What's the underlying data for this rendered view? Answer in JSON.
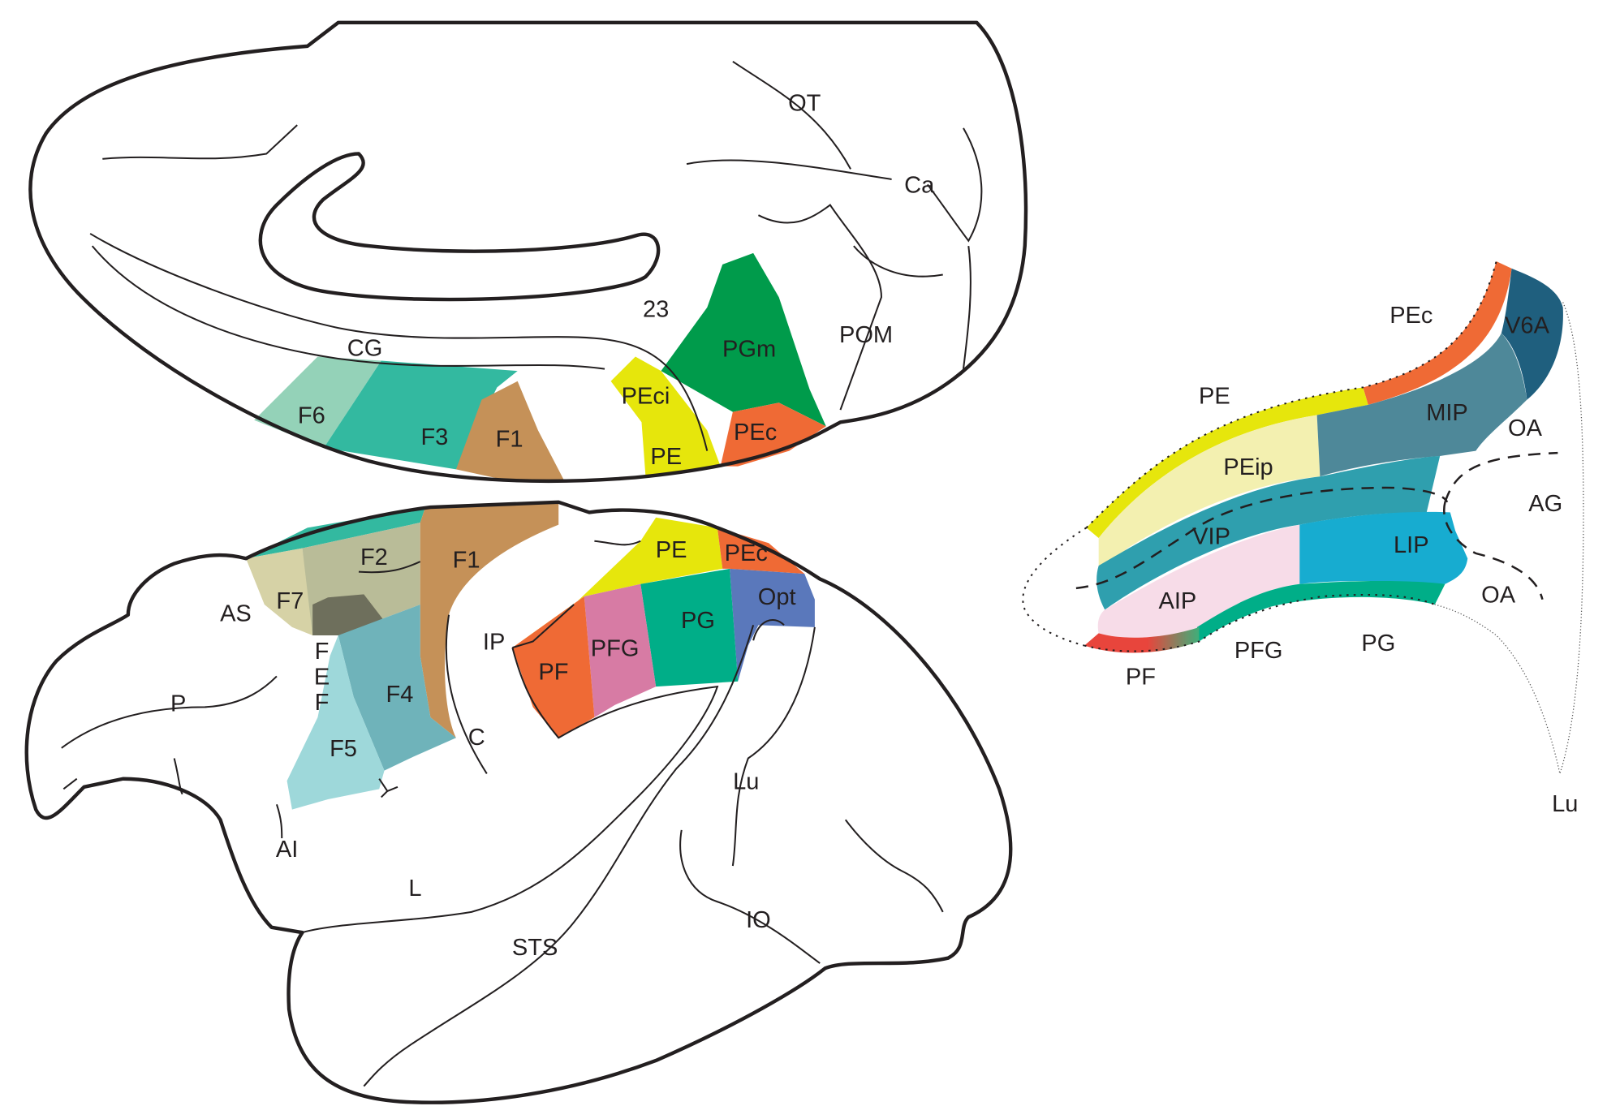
{
  "colors": {
    "F6": "#94d2b8",
    "F3": "#33b9a0",
    "F1": "#c59158",
    "F2": "#b9bc98",
    "F7": "#d6d2a6",
    "FEF": "#6e6f5c",
    "F4": "#6fb3ba",
    "F5": "#9ed8da",
    "PE": "#e6e60c",
    "PEc": "#ef6a35",
    "PGm": "#009b4b",
    "PG": "#00ae88",
    "PFG": "#d77ba4",
    "PF": "#ef6a35",
    "Opt": "#5a78bb",
    "PEip": "#f3f0b0",
    "MIP": "#4e8899",
    "V6A": "#1f5f7e",
    "VIP": "#2f9fae",
    "LIP": "#17acd0",
    "AIP": "#f7dce8",
    "PF_flat": "#e8453c"
  },
  "medial": {
    "labels": {
      "OT": "OT",
      "Ca": "Ca",
      "n23": "23",
      "POM": "POM",
      "CG": "CG",
      "F6": "F6",
      "F3": "F3",
      "F1": "F1",
      "PEci": "PEci",
      "PGm": "PGm",
      "PE": "PE",
      "PEc": "PEc"
    }
  },
  "lateral": {
    "labels": {
      "F2": "F2",
      "F1": "F1",
      "AS": "AS",
      "F7": "F7",
      "F": "F",
      "E": "E",
      "F_2": "F",
      "F4": "F4",
      "F5": "F5",
      "P": "P",
      "AI": "AI",
      "C": "C",
      "IP": "IP",
      "PE": "PE",
      "PEc": "PEc",
      "Opt": "Opt",
      "PF": "PF",
      "PFG": "PFG",
      "PG": "PG",
      "Lu": "Lu",
      "L": "L",
      "STS": "STS",
      "IO": "IO"
    }
  },
  "flatmap": {
    "labels": {
      "PEc": "PEc",
      "V6A": "V6A",
      "PE": "PE",
      "MIP": "MIP",
      "OA": "OA",
      "PEip": "PEip",
      "AG": "AG",
      "VIP": "VIP",
      "LIP": "LIP",
      "AIP": "AIP",
      "OA_2": "OA",
      "PFG": "PFG",
      "PG": "PG",
      "PF": "PF",
      "Lu": "Lu"
    }
  }
}
